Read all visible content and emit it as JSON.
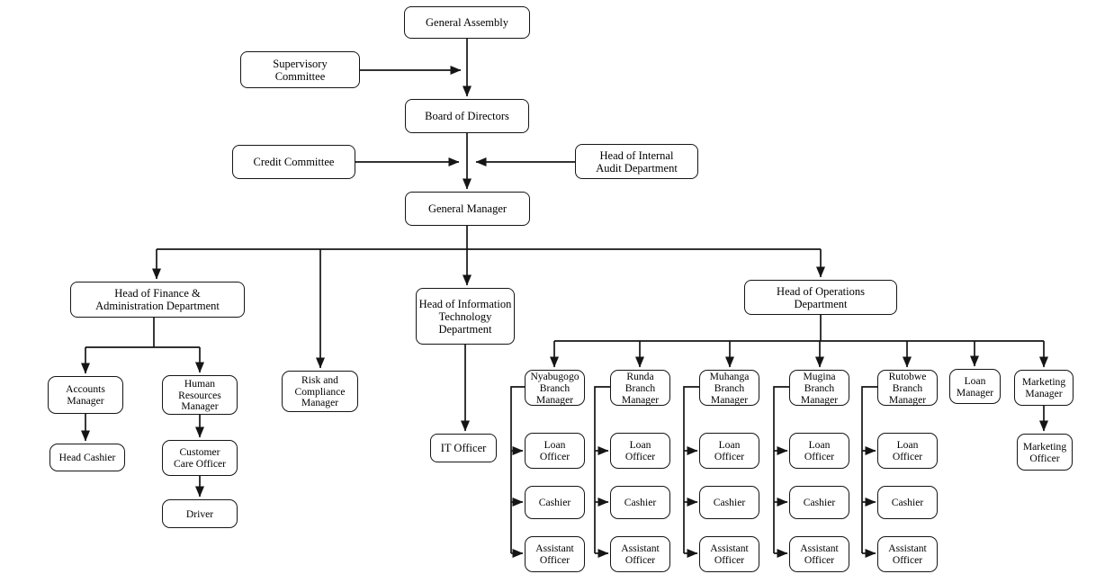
{
  "org": {
    "line_color": "#151515",
    "nodes": {
      "general_assembly": "General Assembly",
      "supervisory_committee": "Supervisory\nCommittee",
      "board_of_directors": "Board of Directors",
      "credit_committee": "Credit Committee",
      "head_internal_audit": "Head of Internal\nAudit Department",
      "general_manager": "General Manager",
      "head_finance_admin": "Head of Finance &\nAdministration Department",
      "head_it": "Head of Information\nTechnology\nDepartment",
      "head_operations": "Head of Operations\nDepartment",
      "accounts_manager": "Accounts\nManager",
      "hr_manager": "Human\nResources\nManager",
      "risk_compliance_manager": "Risk and\nCompliance\nManager",
      "head_cashier": "Head Cashier",
      "customer_care_officer": "Customer\nCare Officer",
      "driver": "Driver",
      "it_officer": "IT Officer",
      "loan_manager": "Loan\nManager",
      "marketing_manager": "Marketing\nManager",
      "marketing_officer": "Marketing\nOfficer"
    },
    "branches": [
      {
        "manager": "Nyabugogo\nBranch\nManager",
        "staff": [
          "Loan\nOfficer",
          "Cashier",
          "Assistant\nOfficer"
        ]
      },
      {
        "manager": "Runda\nBranch\nManager",
        "staff": [
          "Loan\nOfficer",
          "Cashier",
          "Assistant\nOfficer"
        ]
      },
      {
        "manager": "Muhanga\nBranch\nManager",
        "staff": [
          "Loan\nOfficer",
          "Cashier",
          "Assistant\nOfficer"
        ]
      },
      {
        "manager": "Mugina\nBranch\nManager",
        "staff": [
          "Loan\nOfficer",
          "Cashier",
          "Assistant\nOfficer"
        ]
      },
      {
        "manager": "Rutobwe\nBranch\nManager",
        "staff": [
          "Loan\nOfficer",
          "Cashier",
          "Assistant\nOfficer"
        ]
      }
    ]
  }
}
